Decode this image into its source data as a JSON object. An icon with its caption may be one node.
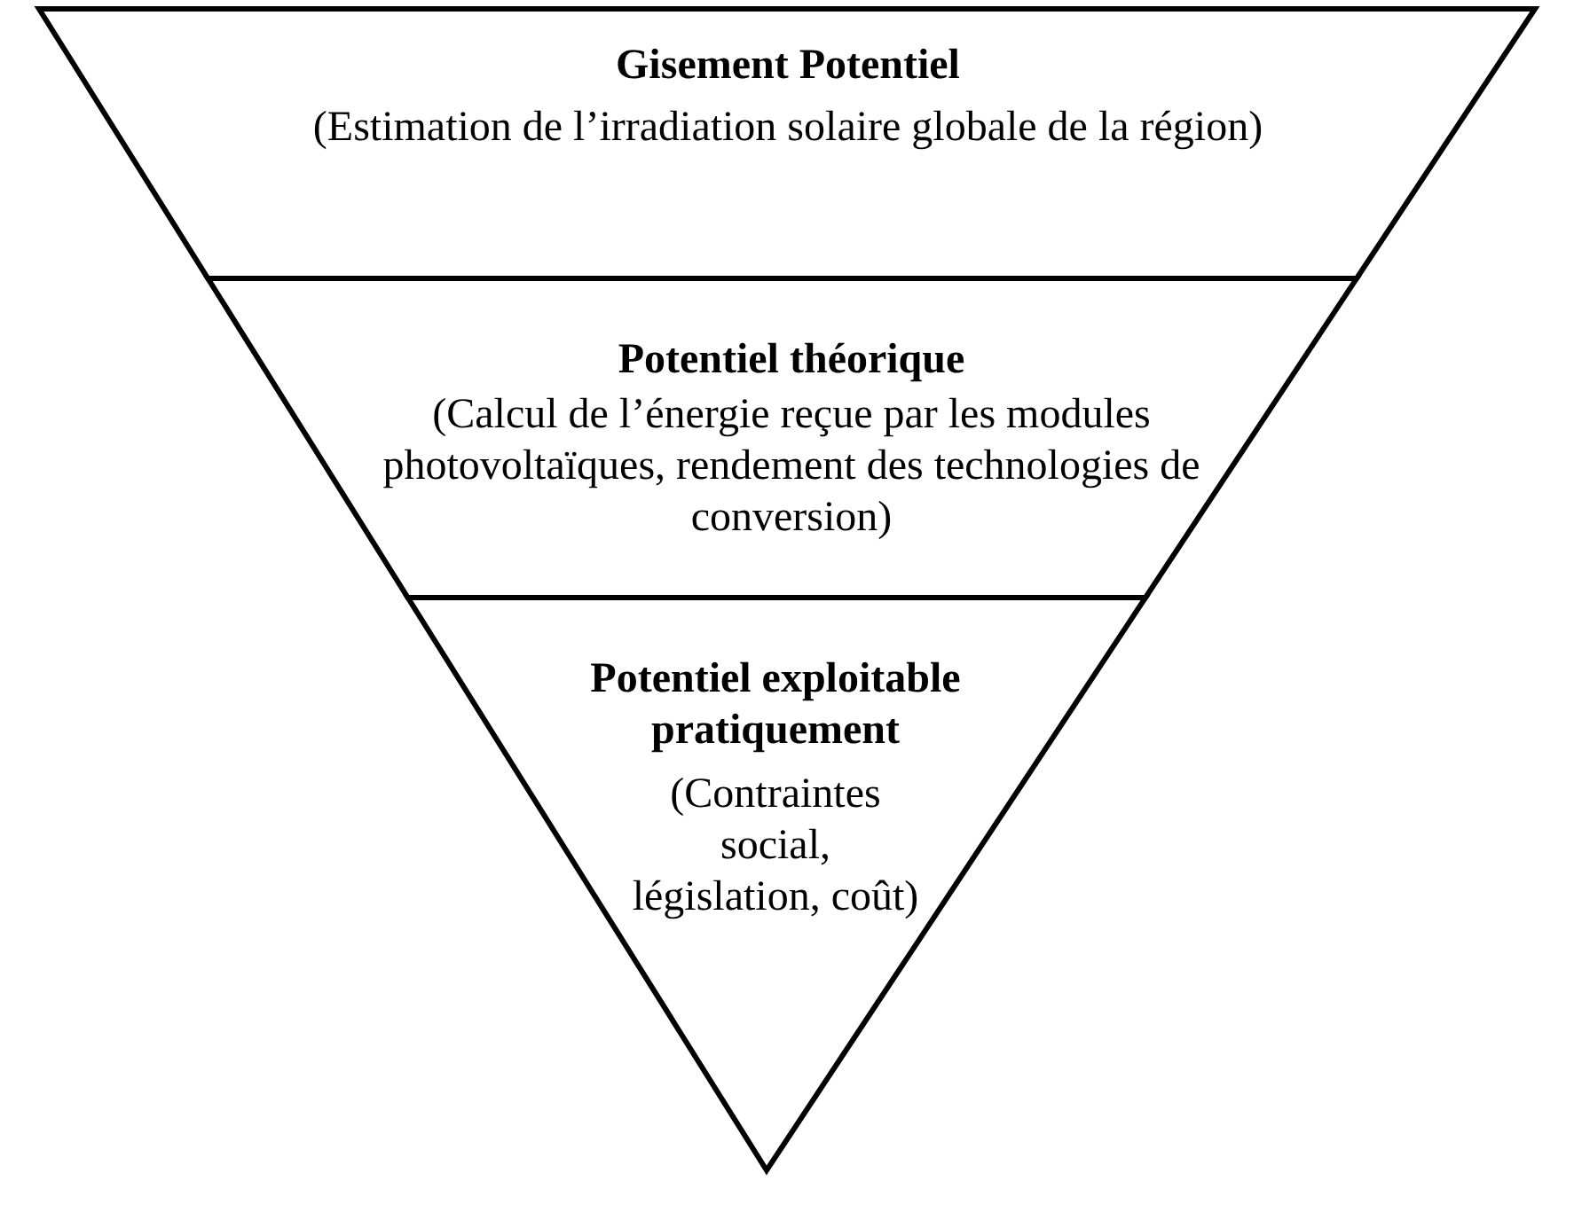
{
  "diagram": {
    "nodes": [
      {
        "text": [
          "Gisement Potentiel",
          "(Estimation de l’irradiation solaire globale de la région)"
        ]
      },
      {
        "text": [
          "Potentiel théorique",
          "(Calcul de l’énergie reçue par les modules photovoltaïques, rendement des technologies de conversion)"
        ]
      },
      {
        "text": [
          "Potentiel exploitable pratiquement",
          "(Contraintes social, législation, coût)"
        ]
      }
    ]
  }
}
